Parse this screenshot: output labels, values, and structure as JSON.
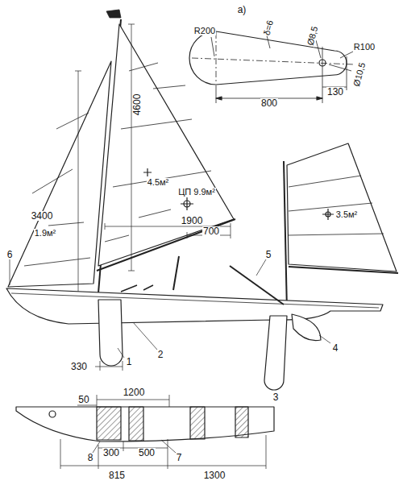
{
  "diagram": {
    "labels": [
      "а)",
      "R200",
      "δ=6",
      "Ø8,5",
      "R100",
      "800",
      "130",
      "Ø10,5",
      "4600",
      "4.5м²",
      "ЦП 9.9м²",
      "3400",
      "1.9м²",
      "1900",
      "700",
      "3.5м²",
      "6",
      "5",
      "1",
      "2",
      "330",
      "3",
      "4",
      "50",
      "1200",
      "300",
      "500",
      "815",
      "1300",
      "8",
      "7"
    ]
  }
}
